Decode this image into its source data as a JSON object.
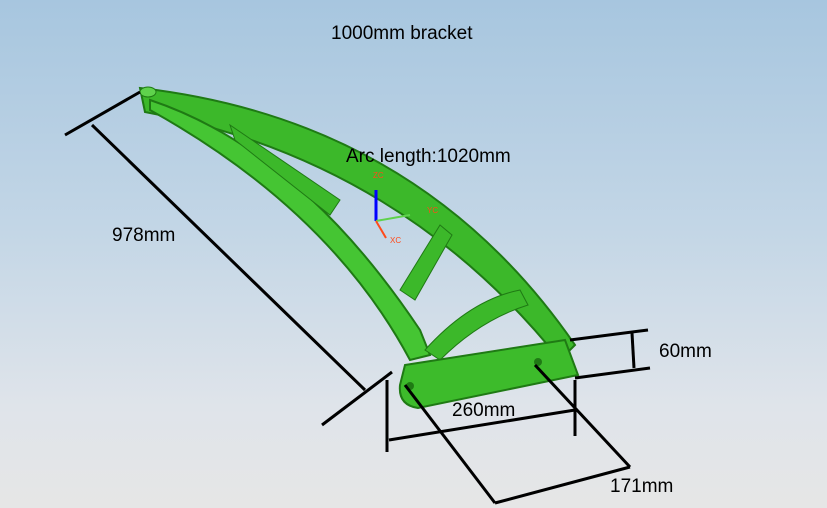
{
  "title": "1000mm bracket",
  "annotations": {
    "arc_length": "Arc length:1020mm",
    "height": "978mm",
    "thickness": "60mm",
    "base_length": "260mm",
    "base_width": "171mm"
  },
  "triad": {
    "x": "XC",
    "y": "YC",
    "z": "ZC"
  },
  "colors": {
    "part": "#3dbb2b",
    "dimension": "#000000",
    "axis_label": "#ff4a1a"
  }
}
